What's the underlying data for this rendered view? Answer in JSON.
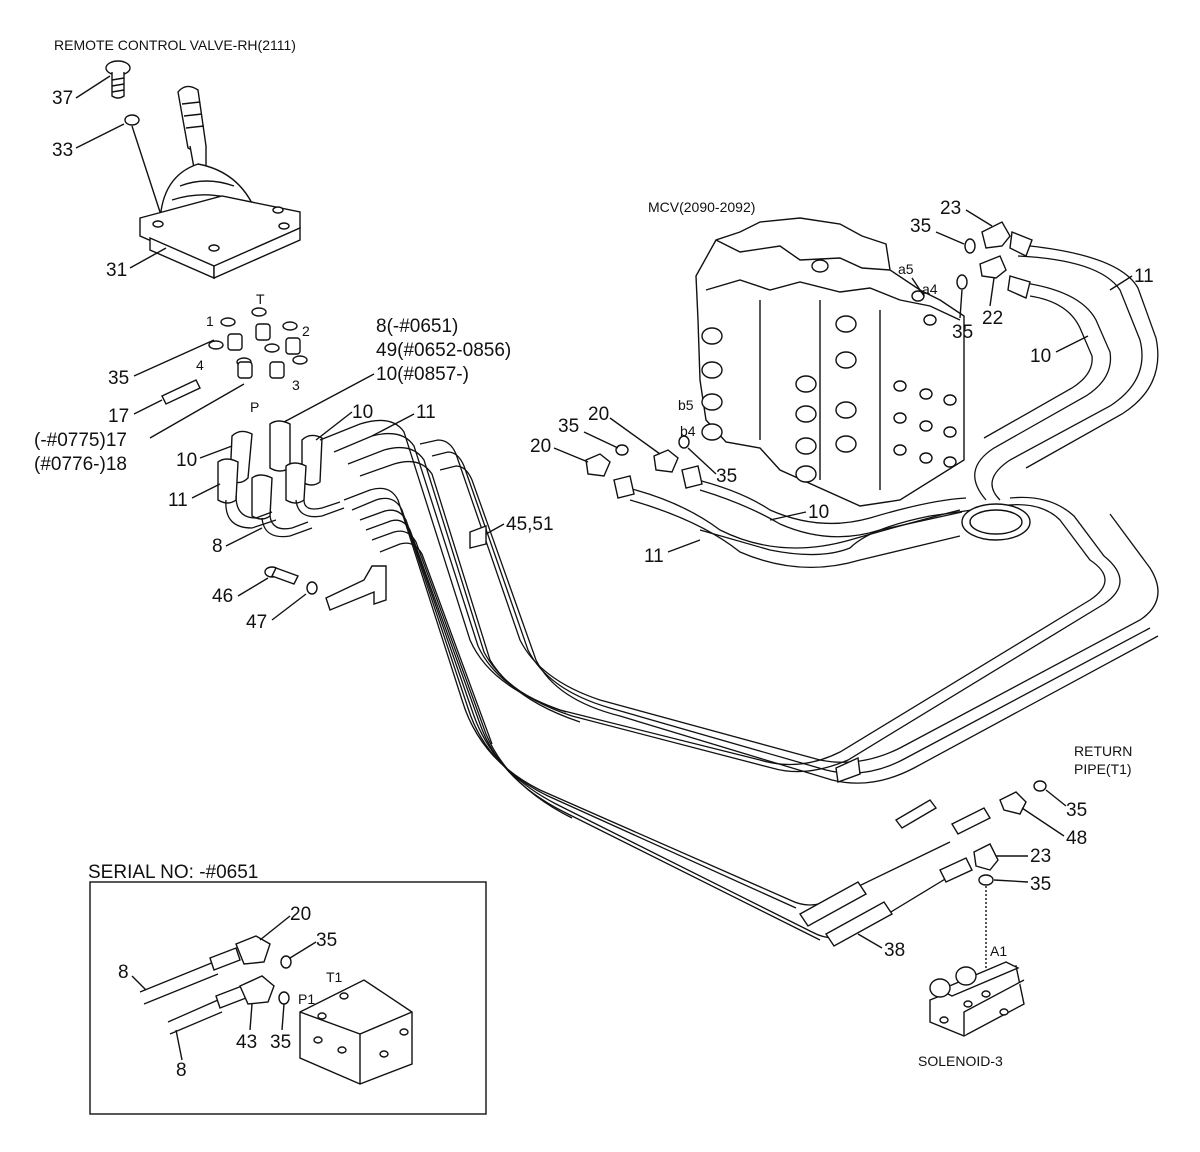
{
  "headers": {
    "rcv": "REMOTE CONTROL VALVE-RH(2111)",
    "mcv": "MCV(2090-2092)",
    "return_line1": "RETURN",
    "return_line2": "PIPE(T1)",
    "solenoid": "SOLENOID-3",
    "serial": "SERIAL NO: -#0651"
  },
  "callouts": {
    "c37": "37",
    "c33": "33",
    "c31": "31",
    "c35_rcv": "35",
    "c17": "17",
    "c17_serial": "(-#0775)17",
    "c18_serial": "(#0776-)18",
    "c10_left": "10",
    "c11_left": "11",
    "c8_left": "8",
    "c10_top": "10",
    "c11_top": "11",
    "c8_range": "8(-#0651)",
    "c49_range": "49(#0652-0856)",
    "c10_range": "10(#0857-)",
    "c4551": "45,51",
    "c46": "46",
    "c47": "47",
    "c35_b5": "35",
    "c20_b5": "20",
    "c20_b4": "20",
    "c35_b4": "35",
    "c10_mid": "10",
    "c11_mid": "11",
    "c23_top": "23",
    "c35_a5": "35",
    "c35_a4": "35",
    "c22": "22",
    "c11_right": "11",
    "c10_right": "10",
    "c35_ret": "35",
    "c48": "48",
    "c23_bot": "23",
    "c35_bot": "35",
    "c38": "38"
  },
  "ports": {
    "t": "T",
    "p": "P",
    "p1": "1",
    "p2": "2",
    "p3": "3",
    "p4": "4",
    "a5": "a5",
    "a4": "a4",
    "b5": "b5",
    "b4": "b4",
    "a1": "A1"
  },
  "inset": {
    "c20": "20",
    "c35_top": "35",
    "c8_top": "8",
    "c8_bot": "8",
    "c43": "43",
    "c35_bot": "35",
    "t1": "T1",
    "p1": "P1"
  }
}
